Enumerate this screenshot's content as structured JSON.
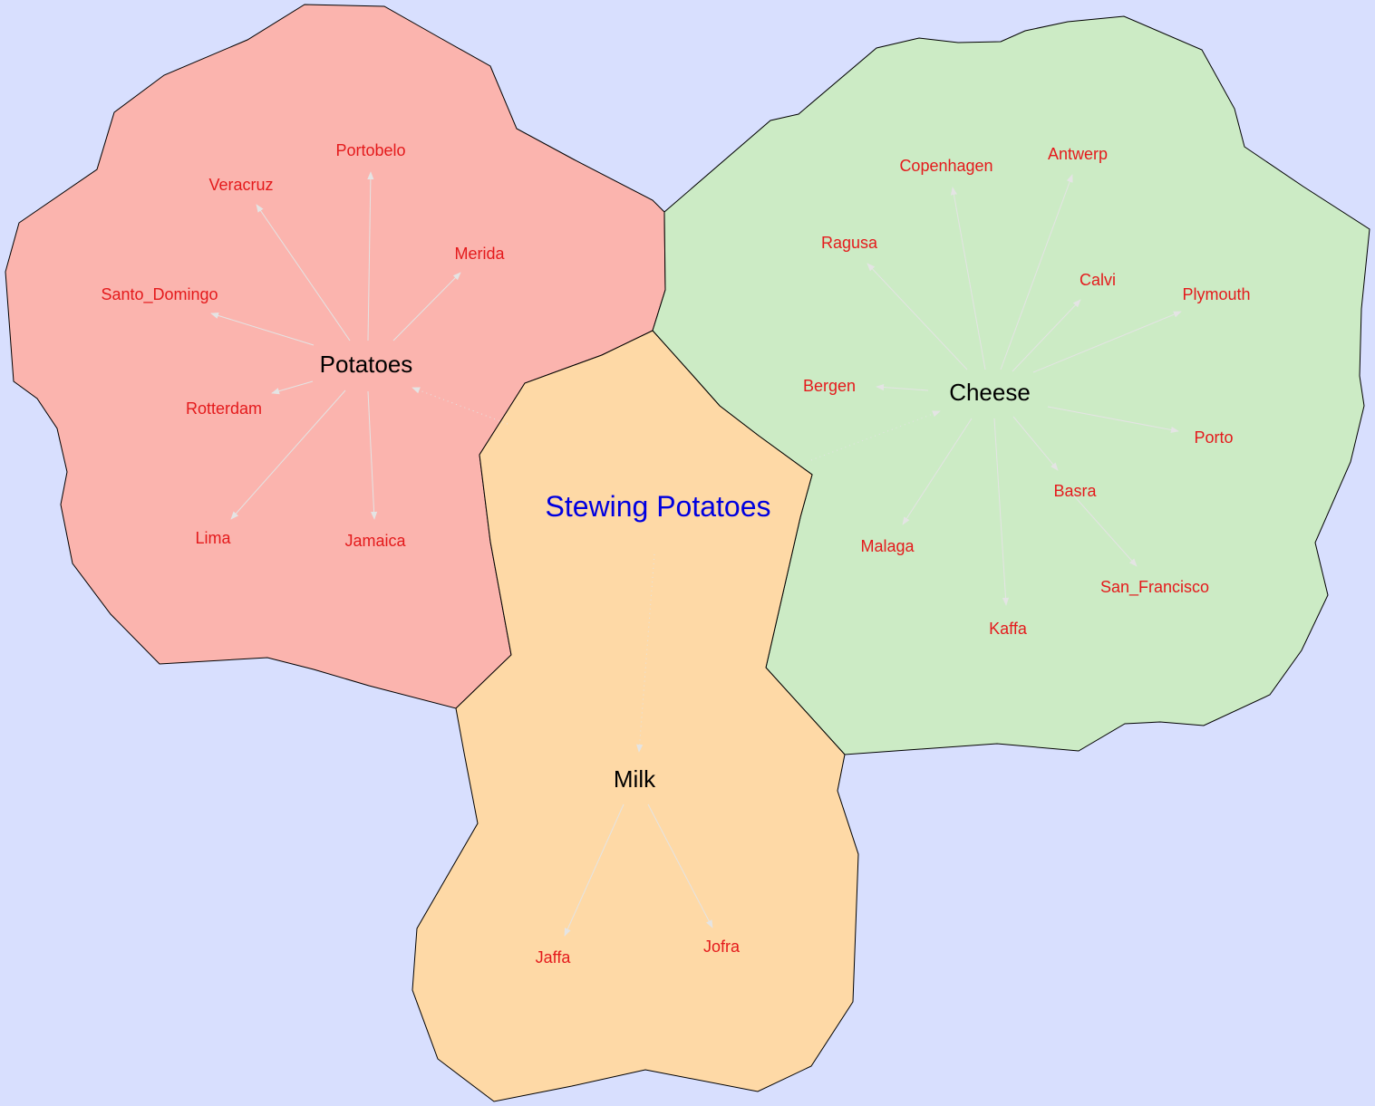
{
  "colors": {
    "background": "#d8dffe",
    "potatoes_region": "#fbb4ae",
    "cheese_region": "#ccebc5",
    "stewing_region": "#fed9a6",
    "leaf_label": "#e41a1c",
    "title_label": "#0000e0",
    "hub_label": "#000000",
    "edge": "#e4e4e4"
  },
  "title": "Stewing Potatoes",
  "clusters": [
    {
      "hub": "Potatoes",
      "leaves": [
        "Portobelo",
        "Veracruz",
        "Merida",
        "Santo_Domingo",
        "Rotterdam",
        "Lima",
        "Jamaica"
      ]
    },
    {
      "hub": "Cheese",
      "leaves": [
        "Copenhagen",
        "Antwerp",
        "Ragusa",
        "Calvi",
        "Plymouth",
        "Bergen",
        "Porto",
        "Basra",
        "Malaga",
        "San_Francisco",
        "Kaffa"
      ]
    },
    {
      "hub": "Milk",
      "leaves": [
        "Jaffa",
        "Jofra"
      ]
    }
  ]
}
